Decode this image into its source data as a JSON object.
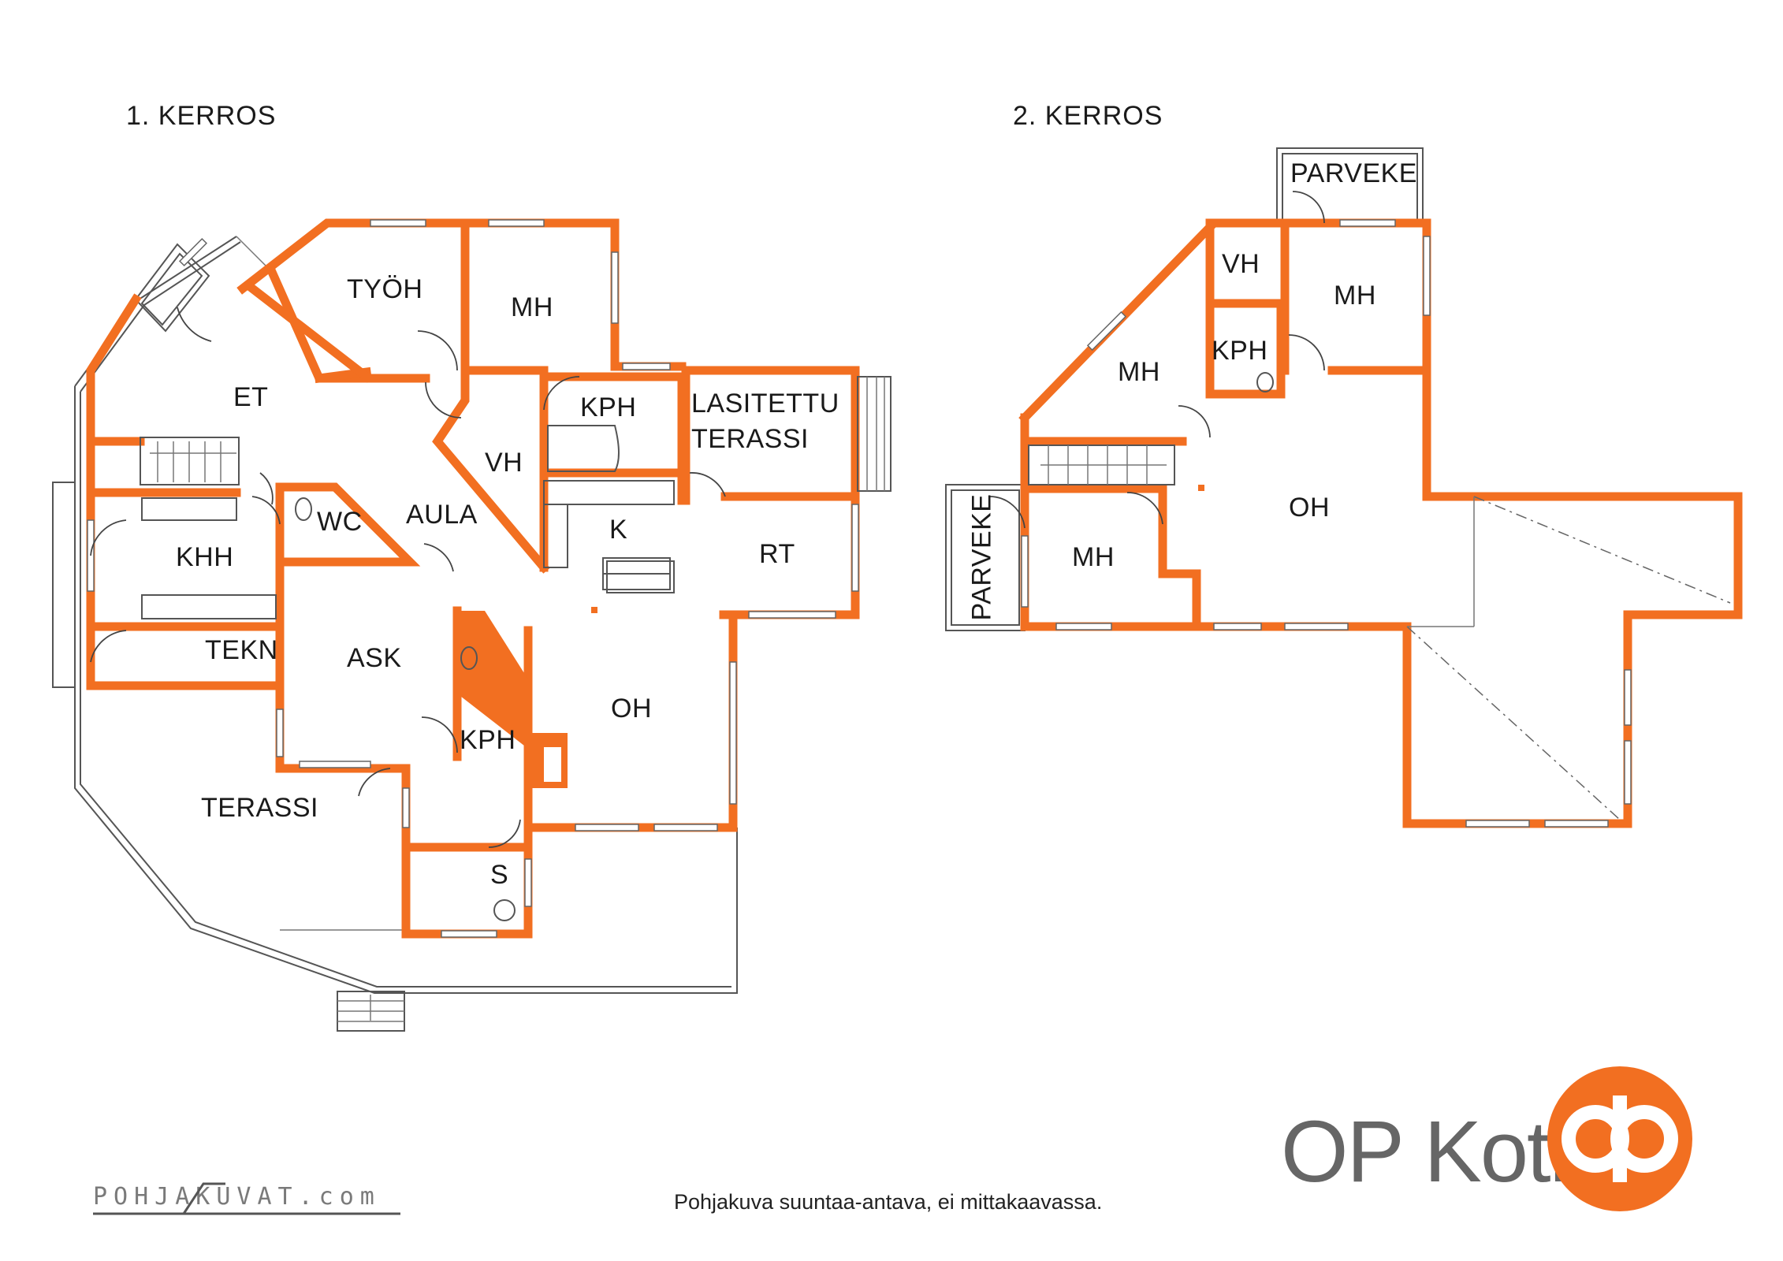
{
  "floors": [
    {
      "title": "1.  KERROS"
    },
    {
      "title": "2. KERROS"
    }
  ],
  "rooms_floor1": [
    "TYÖH",
    "MH",
    "ET",
    "KPH",
    "LASITETTU",
    "TERASSI",
    "VH",
    "AULA",
    "WC",
    "K",
    "KHH",
    "RT",
    "TEKN",
    "ASK",
    "OH",
    "KPH",
    "TERASSI",
    "S"
  ],
  "rooms_floor2": [
    "PARVEKE",
    "VH",
    "MH",
    "KPH",
    "MH",
    "OH",
    "MH",
    "PARVEKE"
  ],
  "footer_note": "Pohjakuva suuntaa-antava, ei mittakaavassa.",
  "brand": {
    "name": "OP Koti",
    "watermark": "POHJAKUVAT.com"
  },
  "colors": {
    "wall": "#f26f21",
    "line": "#555555",
    "text": "#1a1a1a",
    "brand_gray": "#666666"
  }
}
